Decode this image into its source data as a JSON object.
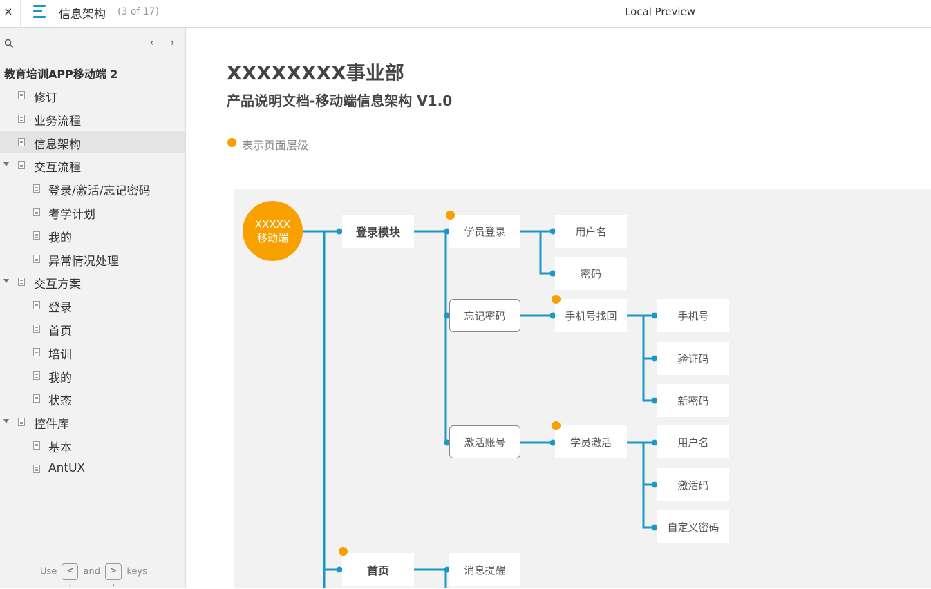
{
  "topbar": {
    "close_label": "×",
    "page_title": "信息架构",
    "page_count": "(3 of 17)",
    "preview_title": "Local Preview"
  },
  "sidebar": {
    "project_title": "教育培训APP移动端 2",
    "prev_label": "‹",
    "next_label": "›",
    "items": [
      {
        "label": "修订",
        "level": 1,
        "expanded": false
      },
      {
        "label": "业务流程",
        "level": 1,
        "expanded": false
      },
      {
        "label": "信息架构",
        "level": 1,
        "active": true
      },
      {
        "label": "交互流程",
        "level": 1,
        "expanded": true
      },
      {
        "label": "登录/激活/忘记密码",
        "level": 2
      },
      {
        "label": "考学计划",
        "level": 2
      },
      {
        "label": "我的",
        "level": 2
      },
      {
        "label": "异常情况处理",
        "level": 2
      },
      {
        "label": "交互方案",
        "level": 1,
        "expanded": true
      },
      {
        "label": "登录",
        "level": 2
      },
      {
        "label": "首页",
        "level": 2
      },
      {
        "label": "培训",
        "level": 2
      },
      {
        "label": "我的",
        "level": 2
      },
      {
        "label": "状态",
        "level": 2
      },
      {
        "label": "控件库",
        "level": 1,
        "expanded": true
      },
      {
        "label": "基本",
        "level": 2
      },
      {
        "label": "AntUX",
        "level": 2
      }
    ],
    "hint": {
      "use": "Use",
      "and": "and",
      "keys": "keys",
      "key_prev": "<\n,",
      "key_next": ">\n."
    }
  },
  "document": {
    "title": "XXXXXXXX事业部",
    "subtitle": "产品说明文档-移动端信息架构 V1.0",
    "legend": "表示页面层级",
    "colors": {
      "accent": "#f7a000",
      "line": "#1a97c9",
      "canvas": "#f2f2f2"
    }
  },
  "diagram": {
    "root": {
      "line1": "XXXXX",
      "line2": "移动端"
    },
    "nodes": {
      "login_module": "登录模块",
      "student_login": "学员登录",
      "username_1": "用户名",
      "password": "密码",
      "forgot_password": "忘记密码",
      "phone_recover": "手机号找回",
      "phone": "手机号",
      "verify_code": "验证码",
      "new_password": "新密码",
      "activate_account": "激活账号",
      "student_activate": "学员激活",
      "username_2": "用户名",
      "activate_code": "激活码",
      "custom_password": "自定义密码",
      "home": "首页",
      "notification": "消息提醒"
    }
  }
}
